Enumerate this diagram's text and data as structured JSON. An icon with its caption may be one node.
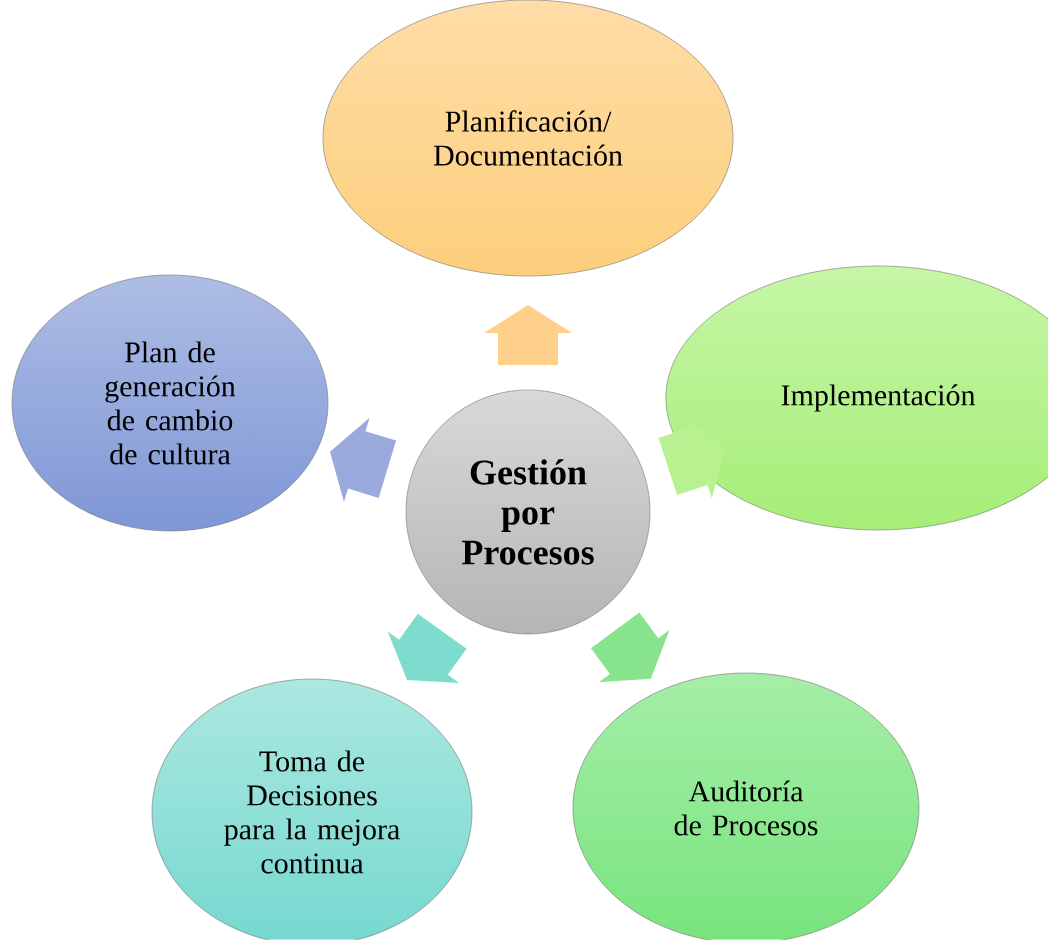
{
  "diagram": {
    "nodes": [
      {
        "text": [
          "Gestión por Procesos"
        ]
      },
      {
        "text": [
          "Planificación/ Documentación"
        ]
      },
      {
        "text": [
          "Implementación"
        ]
      },
      {
        "text": [
          "Auditoría de Procesos"
        ]
      },
      {
        "text": [
          "Toma de Decisiones para la mejora continua"
        ]
      },
      {
        "text": [
          "Plan de generación de cambio de cultura"
        ]
      }
    ],
    "edges": [
      {
        "from": 0,
        "to": 1,
        "arrow": "to",
        "color": "#ffd08a"
      },
      {
        "from": 0,
        "to": 2,
        "arrow": "to",
        "color": "#b8f290"
      },
      {
        "from": 0,
        "to": 3,
        "arrow": "to",
        "color": "#88e48c"
      },
      {
        "from": 0,
        "to": 4,
        "arrow": "to",
        "color": "#7edccf"
      },
      {
        "from": 0,
        "to": 5,
        "arrow": "to",
        "color": "#9aaadc"
      }
    ]
  }
}
